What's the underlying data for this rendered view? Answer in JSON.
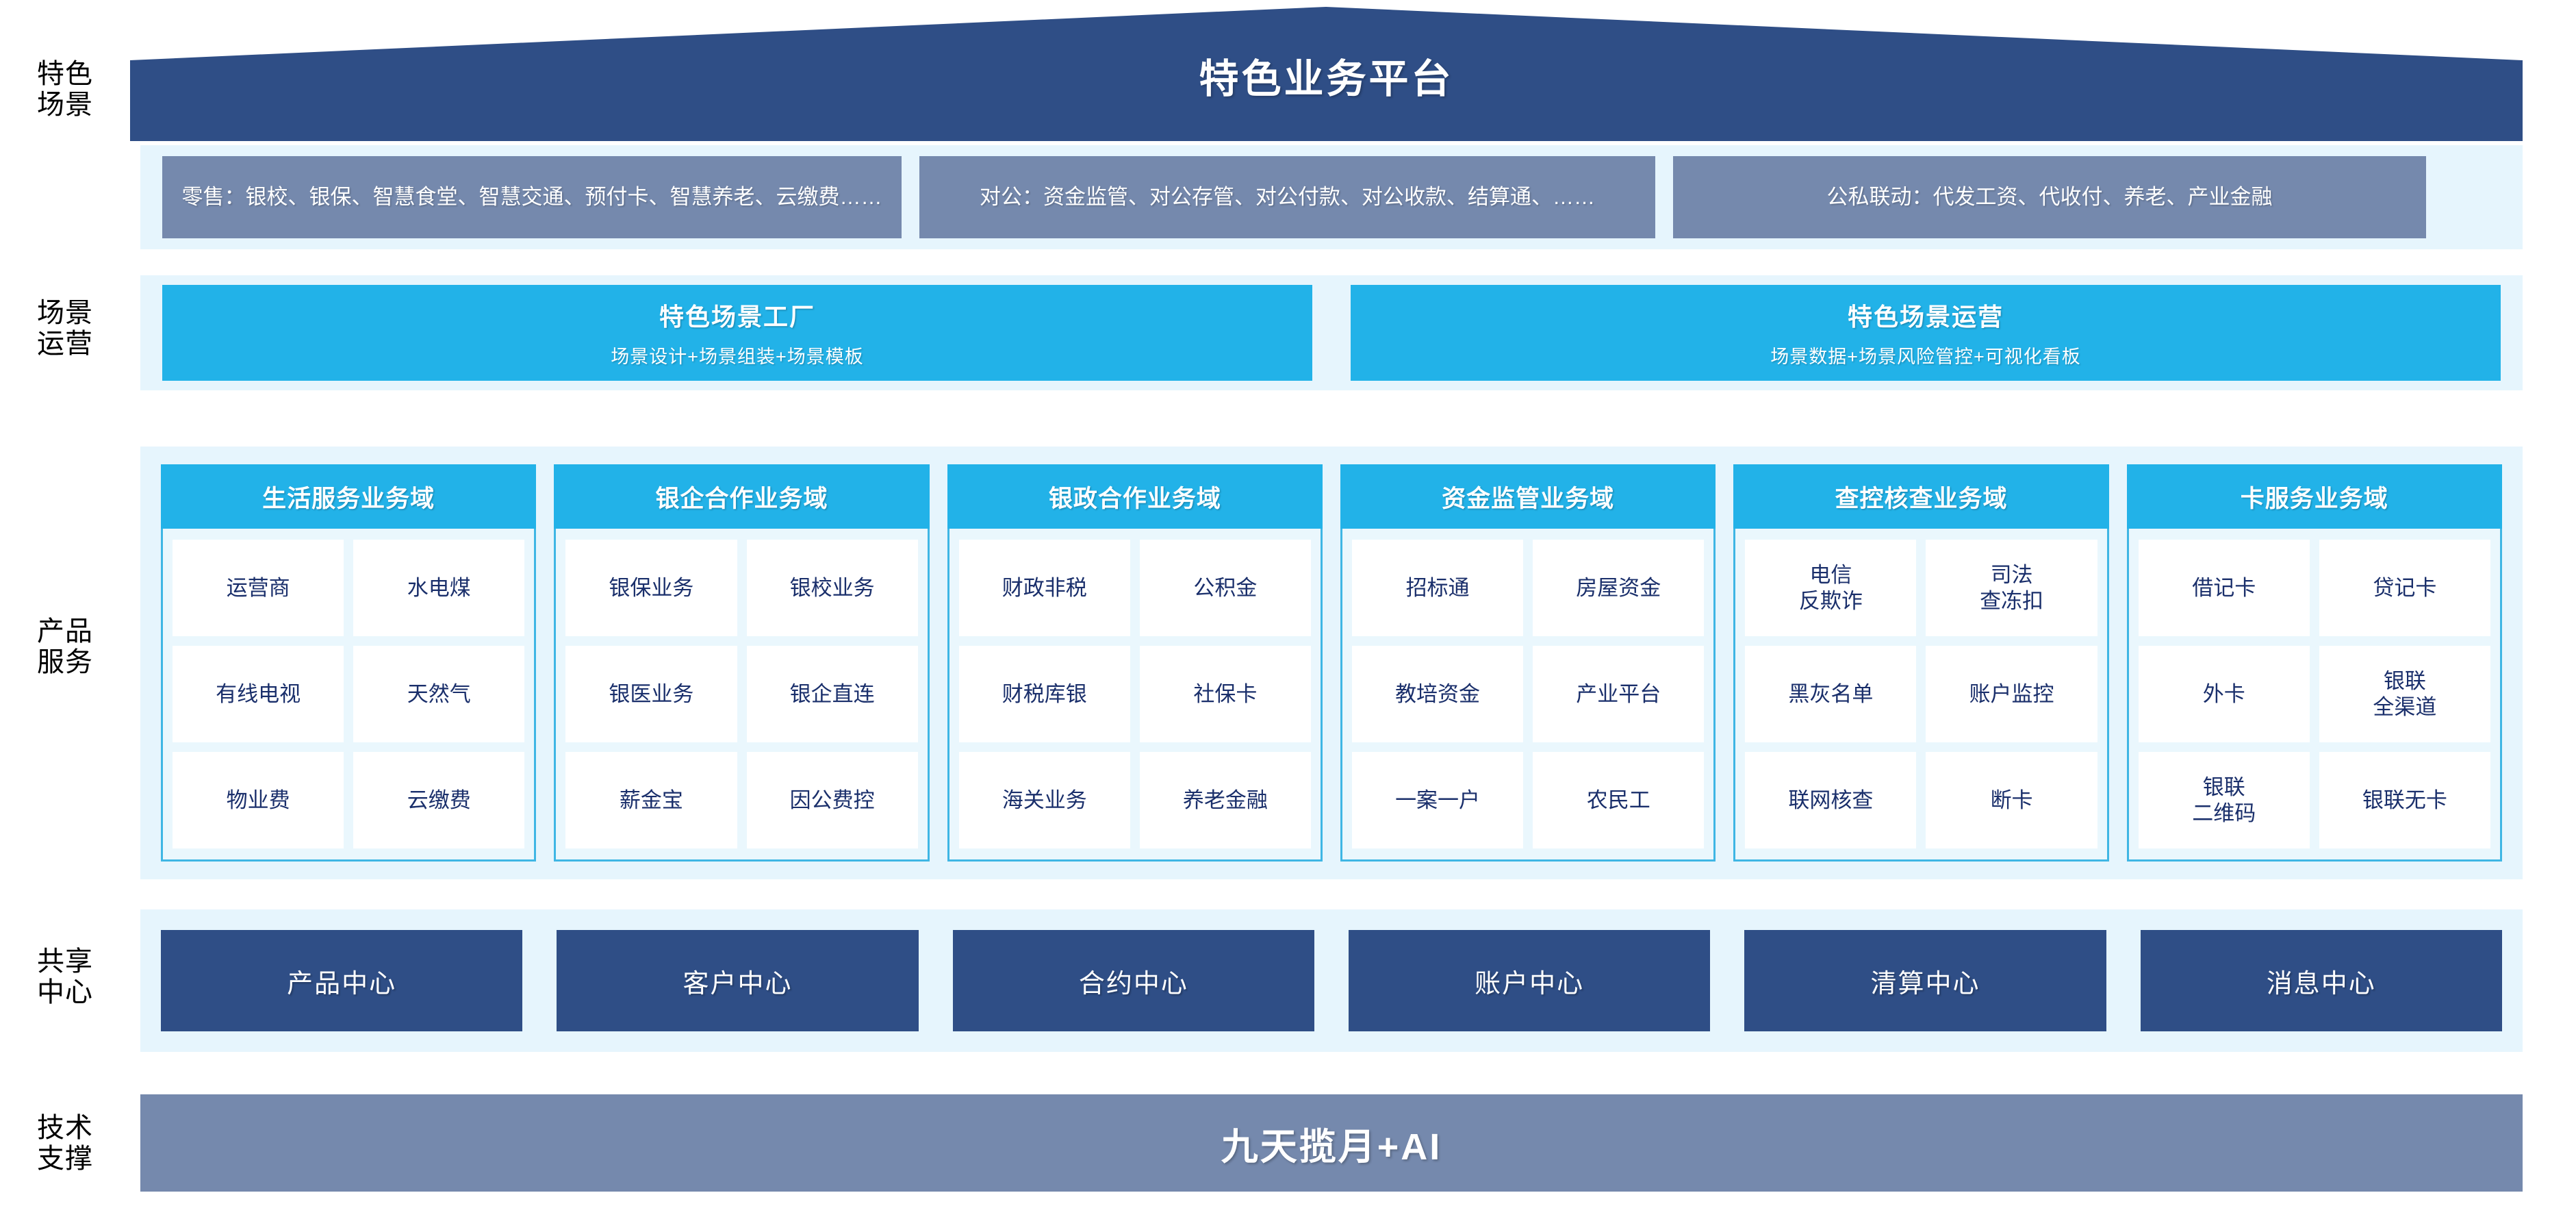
{
  "header": {
    "title": "特色业务平台"
  },
  "row_labels": {
    "scenes": "特色\n场景",
    "operations": "场景\n运营",
    "products": "产品\n服务",
    "shared": "共享\n中心",
    "tech": "技术\n支撑"
  },
  "scenes": {
    "items": [
      {
        "label": "零售：银校、银保、智慧食堂、智慧交通、预付卡、智慧养老、云缴费……"
      },
      {
        "label": "对公：资金监管、对公存管、对公付款、对公收款、结算通、……"
      },
      {
        "label": "公私联动：代发工资、代收付、养老、产业金融"
      }
    ]
  },
  "operations": {
    "items": [
      {
        "title": "特色场景工厂",
        "subtitle": "场景设计+场景组装+场景模板"
      },
      {
        "title": "特色场景运营",
        "subtitle": "场景数据+场景风险管控+可视化看板"
      }
    ]
  },
  "domains": {
    "columns": [
      {
        "title": "生活服务业务域",
        "rows": [
          [
            "运营商",
            "水电煤"
          ],
          [
            "有线电视",
            "天然气"
          ],
          [
            "物业费",
            "云缴费"
          ]
        ]
      },
      {
        "title": "银企合作业务域",
        "rows": [
          [
            "银保业务",
            "银校业务"
          ],
          [
            "银医业务",
            "银企直连"
          ],
          [
            "薪金宝",
            "因公费控"
          ]
        ]
      },
      {
        "title": "银政合作业务域",
        "rows": [
          [
            "财政非税",
            "公积金"
          ],
          [
            "财税库银",
            "社保卡"
          ],
          [
            "海关业务",
            "养老金融"
          ]
        ]
      },
      {
        "title": "资金监管业务域",
        "rows": [
          [
            "招标通",
            "房屋资金"
          ],
          [
            "教培资金",
            "产业平台"
          ],
          [
            "一案一户",
            "农民工"
          ]
        ]
      },
      {
        "title": "查控核查业务域",
        "rows": [
          [
            "电信\n反欺诈",
            "司法\n查冻扣"
          ],
          [
            "黑灰名单",
            "账户监控"
          ],
          [
            "联网核查",
            "断卡"
          ]
        ]
      },
      {
        "title": "卡服务业务域",
        "rows": [
          [
            "借记卡",
            "贷记卡"
          ],
          [
            "外卡",
            "银联\n全渠道"
          ],
          [
            "银联\n二维码",
            "银联无卡"
          ]
        ]
      }
    ]
  },
  "shared_centers": {
    "items": [
      "产品中心",
      "客户中心",
      "合约中心",
      "账户中心",
      "清算中心",
      "消息中心"
    ]
  },
  "tech_support": {
    "label": "九天揽月+AI"
  },
  "colors": {
    "roof_navy": "#2f4e86",
    "band_light": "#e6f5fd",
    "scene_gray_blue": "#7589ad",
    "cyan": "#22b2e8",
    "domain_border": "#3fb6e4",
    "shared_navy": "#2f4e86",
    "text_navy": "#1a2f6b"
  }
}
